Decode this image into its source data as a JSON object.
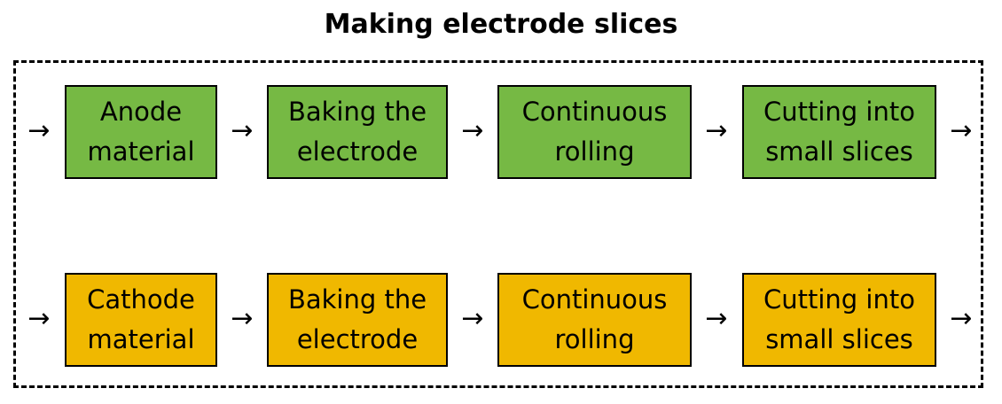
{
  "title": "Making electrode slices",
  "colors": {
    "anode": "#76B944",
    "cathode": "#F0B800",
    "border": "#000000"
  },
  "arrow_glyph": "→",
  "rows": [
    {
      "name": "anode",
      "steps": [
        {
          "label": "Anode\nmaterial"
        },
        {
          "label": "Baking the\nelectrode"
        },
        {
          "label": "Continuous\nrolling"
        },
        {
          "label": "Cutting into\nsmall slices"
        }
      ]
    },
    {
      "name": "cathode",
      "steps": [
        {
          "label": "Cathode\nmaterial"
        },
        {
          "label": "Baking the\nelectrode"
        },
        {
          "label": "Continuous\nrolling"
        },
        {
          "label": "Cutting into\nsmall slices"
        }
      ]
    }
  ]
}
